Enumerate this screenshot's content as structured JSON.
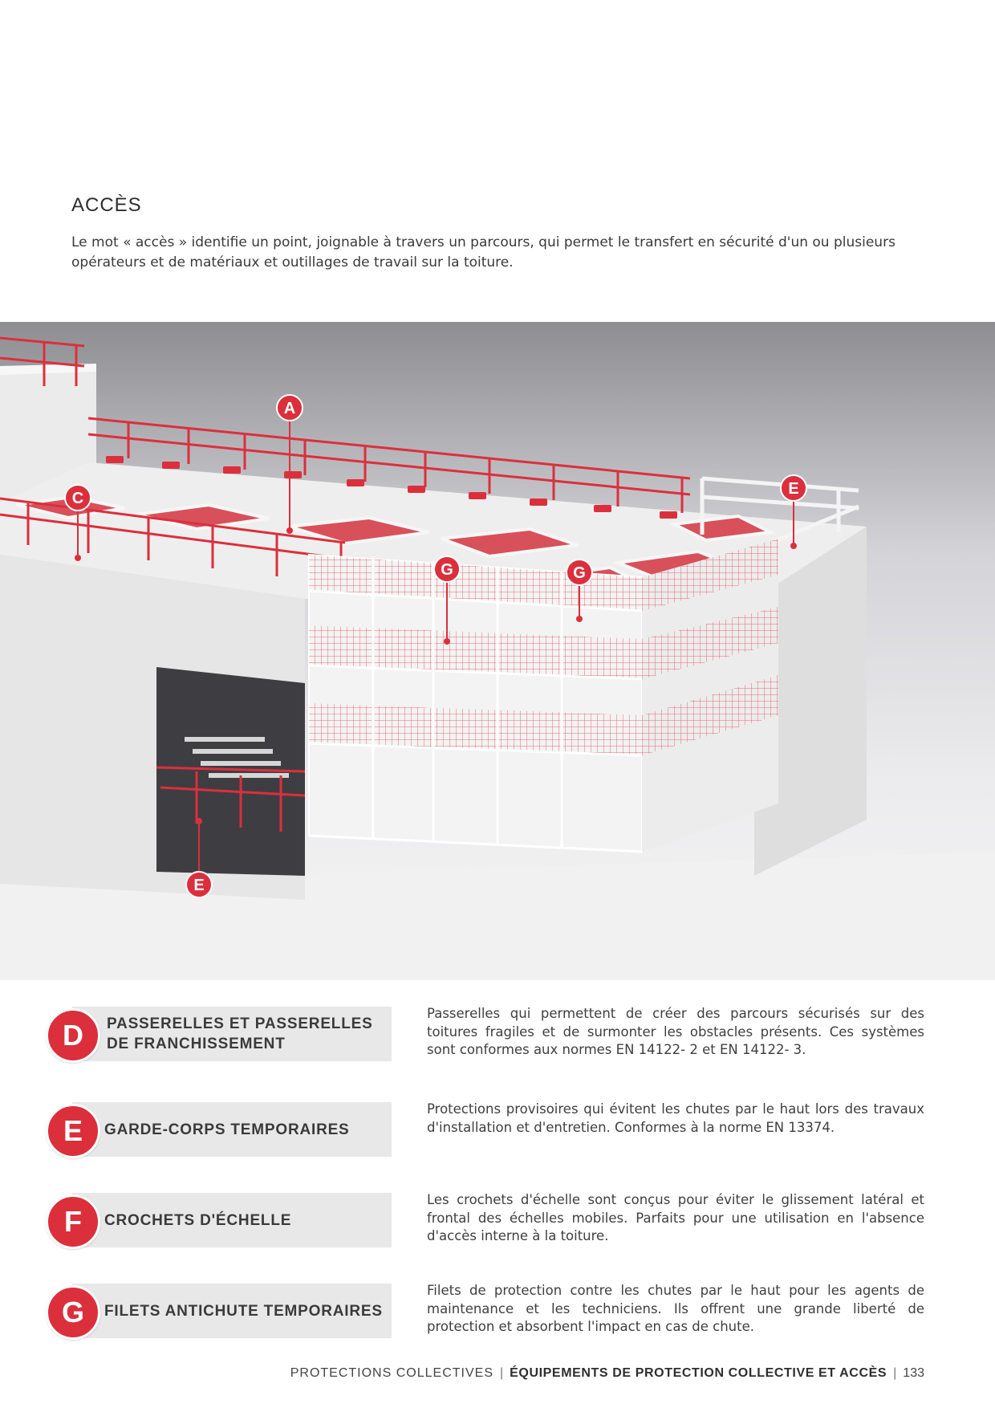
{
  "section": {
    "title": "ACCÈS",
    "intro": "Le mot « accès » identifie un point, joignable à travers un parcours, qui permet le transfert en sécurité d'un ou plusieurs opérateurs et de matériaux et outillages de travail sur la toiture."
  },
  "illustration": {
    "markers": [
      {
        "letter": "A"
      },
      {
        "letter": "C"
      },
      {
        "letter": "E"
      },
      {
        "letter": "G"
      },
      {
        "letter": "G"
      },
      {
        "letter": "E"
      }
    ]
  },
  "items": [
    {
      "letter": "D",
      "label": "PASSERELLES ET PASSERELLES DE FRANCHISSEMENT",
      "description": "Passerelles qui permettent de créer des parcours sécurisés sur des toitures fragiles et de surmonter les obstacles présents. Ces systèmes sont conformes aux normes EN 14122- 2 et EN 14122- 3."
    },
    {
      "letter": "E",
      "label": "GARDE-CORPS TEMPORAIRES",
      "description": "Protections provisoires qui évitent les chutes par le haut lors des travaux d'installation et d'entretien. Conformes à la norme EN 13374."
    },
    {
      "letter": "F",
      "label": "CROCHETS D'ÉCHELLE",
      "description": "Les crochets d'échelle sont conçus pour éviter le glissement latéral et frontal des échelles mobiles. Parfaits pour une utilisation en l'absence d'accès interne à la toiture."
    },
    {
      "letter": "G",
      "label": "FILETS ANTICHUTE TEMPORAIRES",
      "description": "Filets de protection contre les chutes par le haut pour les agents de maintenance et les techniciens. Ils offrent une grande liberté de protection et absorbent l'impact en cas de chute."
    }
  ],
  "footer": {
    "category": "PROTECTIONS COLLECTIVES",
    "subcategory": "ÉQUIPEMENTS DE PROTECTION COLLECTIVE ET ACCÈS",
    "page": "133"
  },
  "colors": {
    "accent": "#dc2f3c",
    "band": "#e8e8e8"
  }
}
